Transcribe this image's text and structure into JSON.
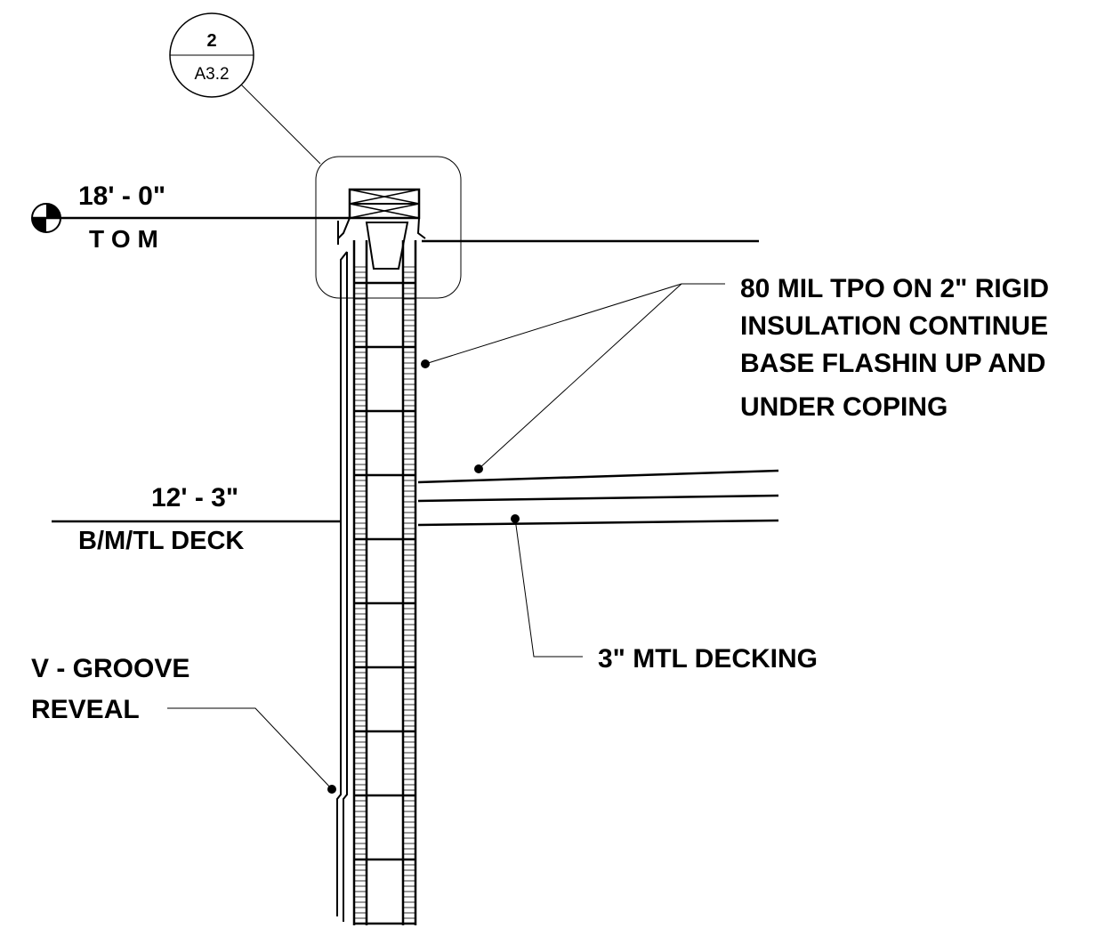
{
  "section_marker": {
    "number": "2",
    "sheet": "A3.2"
  },
  "elevations": {
    "top_of_masonry": {
      "value": "18' - 0\"",
      "label": "T O M"
    },
    "deck": {
      "value": "12' - 3\"",
      "label": "B/M/TL DECK"
    }
  },
  "notes": {
    "roofing": [
      "80 MIL TPO ON 2\" RIGID",
      "INSULATION CONTINUE",
      "BASE FLASHIN UP AND",
      "UNDER COPING"
    ],
    "decking": "3\" MTL DECKING",
    "reveal": [
      "V - GROOVE",
      "REVEAL"
    ]
  }
}
